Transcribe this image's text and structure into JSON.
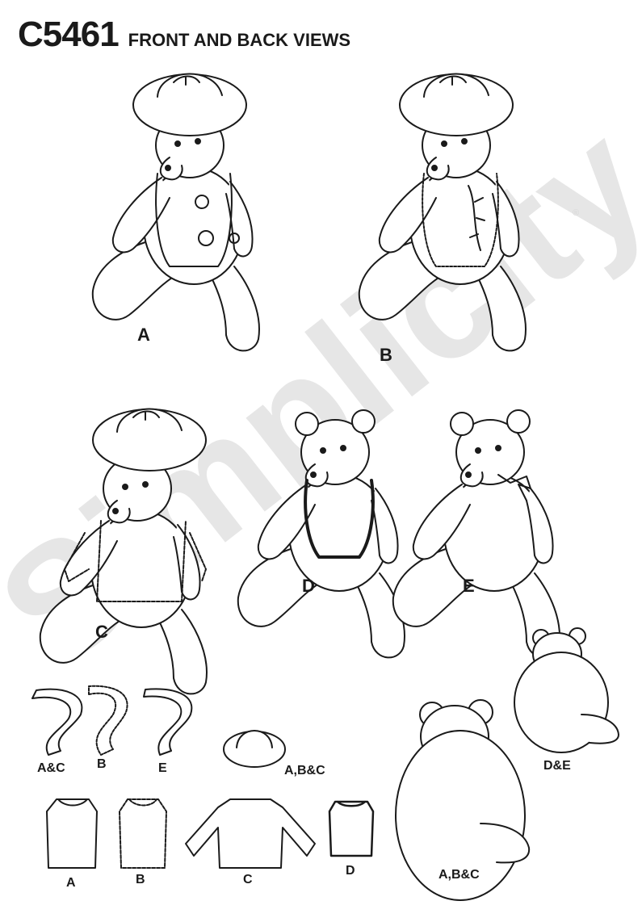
{
  "header": {
    "pattern_number": "C5461",
    "views_title": "FRONT AND BACK VIEWS"
  },
  "watermark": {
    "brand": "Simplicity",
    "registered_mark": "®"
  },
  "views": {
    "a": "A",
    "b": "B",
    "c": "C",
    "d": "D",
    "e": "E"
  },
  "pieces": {
    "ribbon_ac": "A&C",
    "ribbon_b": "B",
    "ribbon_e": "E",
    "hat": "A,B&C",
    "vest_a": "A",
    "vest_b": "B",
    "jacket_c": "C",
    "vest_d": "D",
    "back_abc": "A,B&C",
    "back_de": "D&E"
  },
  "colors": {
    "line": "#1a1a1a",
    "watermark": "#e6e6e6"
  }
}
